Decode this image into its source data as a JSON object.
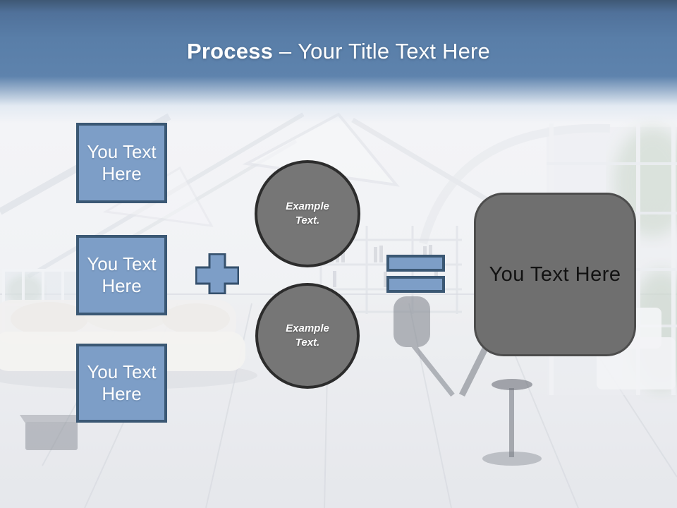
{
  "slide": {
    "header": {
      "title_emphasis": "Process",
      "title_separator": "–",
      "title_rest": "Your Title Text Here"
    },
    "input_boxes": [
      {
        "label": "You Text Here"
      },
      {
        "label": "You Text Here"
      },
      {
        "label": "You Text Here"
      }
    ],
    "operators": [
      {
        "icon": "plus-icon",
        "meaning": "plus"
      },
      {
        "icon": "equals-icon",
        "meaning": "equals"
      }
    ],
    "example_circles": [
      {
        "label": "Example Text."
      },
      {
        "label": "Example Text."
      }
    ],
    "result_box": {
      "label": "You Text Here"
    },
    "colors": {
      "accent_blue_fill": "#7d9ec7",
      "accent_blue_border": "#3b5874",
      "header_blue_top": "#3e5875",
      "header_blue_mid": "#5e83ad",
      "circle_gray_fill": "#767676",
      "circle_gray_border": "#2c2c2c",
      "result_gray_fill": "#6f6f6f",
      "result_gray_border": "#4d4d4d",
      "title_text": "#ffffff",
      "result_text": "#121212"
    }
  }
}
